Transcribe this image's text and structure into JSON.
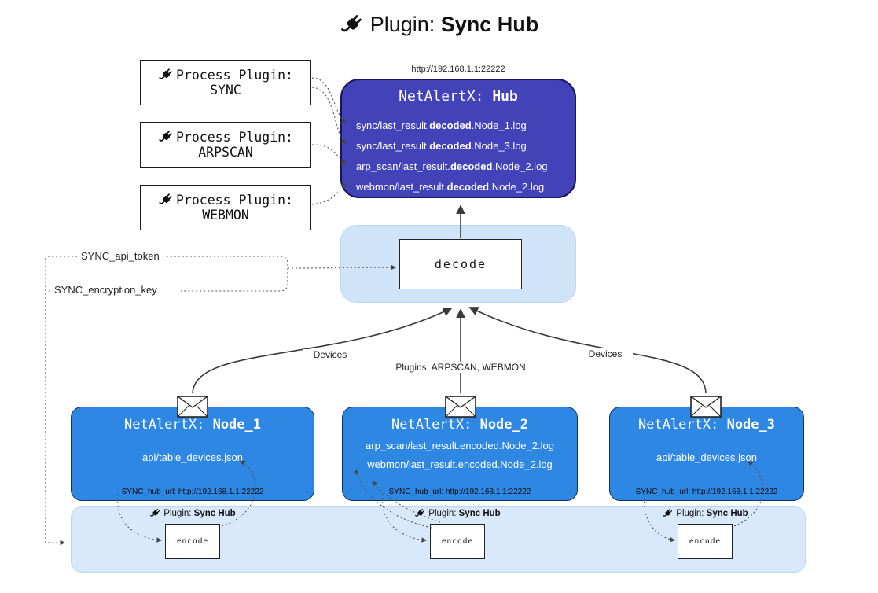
{
  "title": {
    "pre": "Plugin: ",
    "bold": "Sync Hub"
  },
  "colors": {
    "hub_fill": "#4343b9",
    "node_fill": "#2e87e2",
    "decode_zone_fill": "#cfe4f8",
    "bottom_zone_fill": "#d7e9fa"
  },
  "hub": {
    "url": "http://192.168.1.1:22222",
    "title_pre": "NetAlertX: ",
    "title_bold": "Hub",
    "lines": [
      {
        "pre": "sync/last_result.",
        "bold": "decoded",
        "post": ".Node_1.log"
      },
      {
        "pre": "sync/last_result.",
        "bold": "decoded",
        "post": ".Node_3.log"
      },
      {
        "pre": "arp_scan/last_result.",
        "bold": "decoded",
        "post": ".Node_2.log"
      },
      {
        "pre": "webmon/last_result.",
        "bold": "decoded",
        "post": ".Node_2.log"
      }
    ]
  },
  "process_plugins": [
    {
      "label": "Process Plugin:",
      "name": "SYNC"
    },
    {
      "label": "Process Plugin:",
      "name": "ARPSCAN"
    },
    {
      "label": "Process Plugin:",
      "name": "WEBMON"
    }
  ],
  "decode": {
    "label": "decode"
  },
  "encode": {
    "label": "encode"
  },
  "side_labels": {
    "api_token": "SYNC_api_token",
    "encryption_key": "SYNC_encryption_key"
  },
  "edge_labels": {
    "devices_left": "Devices",
    "plugins_center": "Plugins: ARPSCAN, WEBMON",
    "devices_right": "Devices"
  },
  "nodes": [
    {
      "title_pre": "NetAlertX: ",
      "title_bold": "Node_1",
      "lines": [
        "api/table_devices.json"
      ],
      "footer": "SYNC_hub_url: http://192.168.1.1:22222"
    },
    {
      "title_pre": "NetAlertX: ",
      "title_bold": "Node_2",
      "lines": [
        "arp_scan/last_result.encoded.Node_2.log",
        "webmon/last_result.encoded.Node_2.log"
      ],
      "footer": "SYNC_hub_url: http://192.168.1.1:22222"
    },
    {
      "title_pre": "NetAlertX: ",
      "title_bold": "Node_3",
      "lines": [
        "api/table_devices.json"
      ],
      "footer": "SYNC_hub_url: http://192.168.1.1:22222"
    }
  ],
  "bottom": {
    "plugin_label_pre": "Plugin: ",
    "plugin_label_bold": "Sync Hub"
  }
}
